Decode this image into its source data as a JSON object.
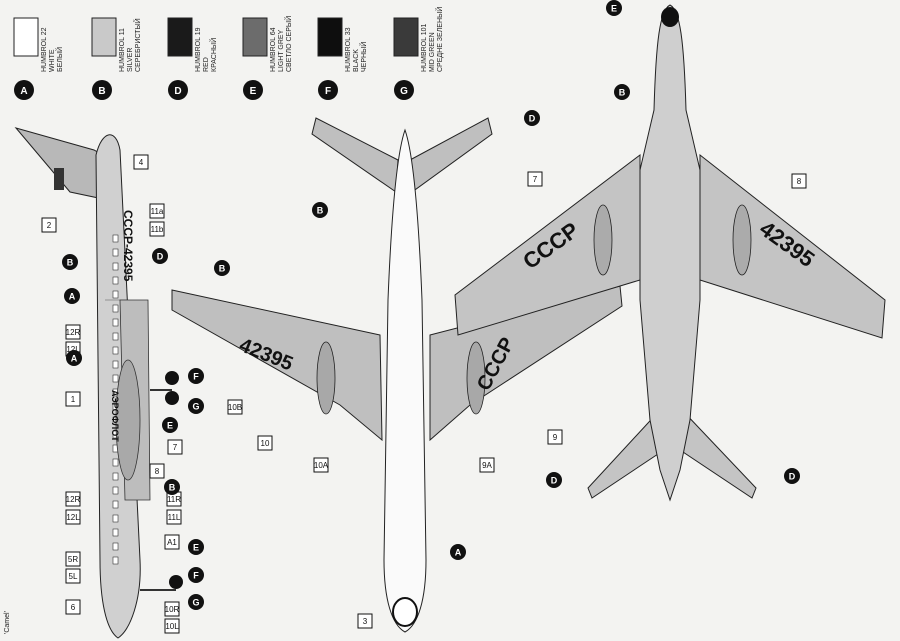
{
  "legend": [
    {
      "code": "A",
      "name": "HUMBROL 22",
      "en": "WHITE",
      "ru": "БЕЛЫЙ",
      "color": "#ffffff"
    },
    {
      "code": "B",
      "name": "HUMBROL 11",
      "en": "SILVER",
      "ru": "СЕРЕБРИСТЫЙ",
      "color": "#c9c9c9"
    },
    {
      "code": "D",
      "name": "HUMBROL 19",
      "en": "RED",
      "ru": "КРАСНЫЙ",
      "color": "#1a1a1a"
    },
    {
      "code": "E",
      "name": "HUMBROL 64",
      "en": "LIGHT GREY",
      "ru": "СВЕТЛО СЕРЫЙ",
      "color": "#6c6c6c"
    },
    {
      "code": "F",
      "name": "HUMBROL 33",
      "en": "BLACK",
      "ru": "ЧЕРНЫЙ",
      "color": "#0e0e0e"
    },
    {
      "code": "G",
      "name": "HUMBROL 101",
      "en": "MID GREEN",
      "ru": "СРЕДНЕ ЗЕЛЕНЫЙ",
      "color": "#3a3a3a"
    }
  ],
  "side": {
    "registration": "СССР-42395",
    "airline": "АЭРОФЛОТ",
    "tags": [
      "2",
      "4",
      "11a",
      "11b",
      "12R",
      "12L",
      "1",
      "7",
      "8",
      "11R",
      "11L",
      "12R",
      "12L",
      "A1",
      "5R",
      "5L",
      "6",
      "10R",
      "10L"
    ],
    "letters": [
      "B",
      "D",
      "A",
      "A",
      "F",
      "G",
      "E",
      "B",
      "E",
      "F",
      "G"
    ]
  },
  "top": {
    "wing_text_left": "42395",
    "wing_text_right": "СССР",
    "tags": [
      "10B",
      "10",
      "10A",
      "9A",
      "9",
      "3"
    ],
    "letters": [
      "B",
      "B",
      "D",
      "A"
    ]
  },
  "bottom": {
    "wing_text_left": "СССР",
    "wing_text_right": "42395",
    "tags": [
      "7",
      "8"
    ],
    "letters": [
      "E",
      "B",
      "D",
      "D"
    ]
  },
  "caption": "'Camel'"
}
